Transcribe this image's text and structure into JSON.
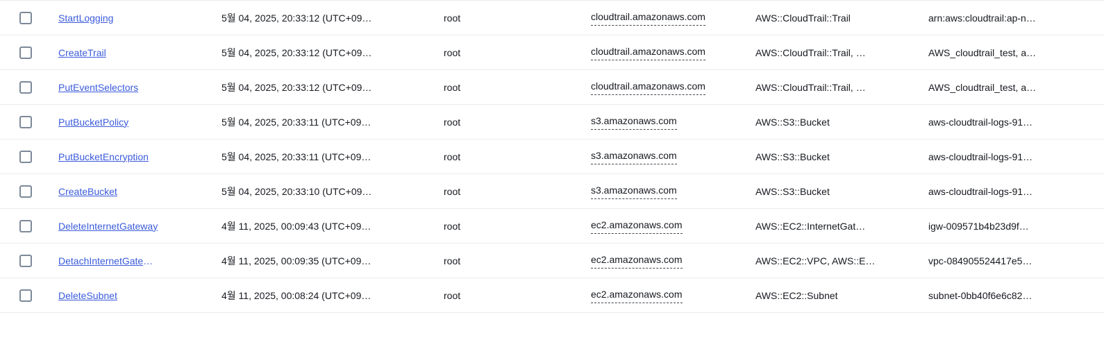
{
  "colors": {
    "text": "#16191f",
    "link": "#3b5bdb",
    "divider": "#e9ebed",
    "checkbox_border": "#7d8998",
    "dashed_underline": "#424650",
    "background": "#ffffff"
  },
  "table": {
    "rows": [
      {
        "event_name": "StartLogging",
        "event_name_suffix": "",
        "event_time": "5월 04, 2025, 20:33:12 (UTC+09…",
        "user_name": "root",
        "event_source": "cloudtrail.amazonaws.com",
        "resource_type": "AWS::CloudTrail::Trail",
        "resource_name": "arn:aws:cloudtrail:ap-n…"
      },
      {
        "event_name": "CreateTrail",
        "event_name_suffix": "",
        "event_time": "5월 04, 2025, 20:33:12 (UTC+09…",
        "user_name": "root",
        "event_source": "cloudtrail.amazonaws.com",
        "resource_type": "AWS::CloudTrail::Trail, …",
        "resource_name": "AWS_cloudtrail_test, a…"
      },
      {
        "event_name": "PutEventSelectors",
        "event_name_suffix": "",
        "event_time": "5월 04, 2025, 20:33:12 (UTC+09…",
        "user_name": "root",
        "event_source": "cloudtrail.amazonaws.com",
        "resource_type": "AWS::CloudTrail::Trail, …",
        "resource_name": "AWS_cloudtrail_test, a…"
      },
      {
        "event_name": "PutBucketPolicy",
        "event_name_suffix": "",
        "event_time": "5월 04, 2025, 20:33:11 (UTC+09…",
        "user_name": "root",
        "event_source": "s3.amazonaws.com",
        "resource_type": "AWS::S3::Bucket",
        "resource_name": "aws-cloudtrail-logs-91…"
      },
      {
        "event_name": "PutBucketEncryption",
        "event_name_suffix": "",
        "event_time": "5월 04, 2025, 20:33:11 (UTC+09…",
        "user_name": "root",
        "event_source": "s3.amazonaws.com",
        "resource_type": "AWS::S3::Bucket",
        "resource_name": "aws-cloudtrail-logs-91…"
      },
      {
        "event_name": "CreateBucket",
        "event_name_suffix": "",
        "event_time": "5월 04, 2025, 20:33:10 (UTC+09…",
        "user_name": "root",
        "event_source": "s3.amazonaws.com",
        "resource_type": "AWS::S3::Bucket",
        "resource_name": "aws-cloudtrail-logs-91…"
      },
      {
        "event_name": "DeleteInternetGateway",
        "event_name_suffix": "",
        "event_time": "4월 11, 2025, 00:09:43 (UTC+09…",
        "user_name": "root",
        "event_source": "ec2.amazonaws.com",
        "resource_type": "AWS::EC2::InternetGat…",
        "resource_name": "igw-009571b4b23d9f…"
      },
      {
        "event_name": "DetachInternetGate",
        "event_name_suffix": "…",
        "event_time": "4월 11, 2025, 00:09:35 (UTC+09…",
        "user_name": "root",
        "event_source": "ec2.amazonaws.com",
        "resource_type": "AWS::EC2::VPC, AWS::E…",
        "resource_name": "vpc-084905524417e5…"
      },
      {
        "event_name": "DeleteSubnet",
        "event_name_suffix": "",
        "event_time": "4월 11, 2025, 00:08:24 (UTC+09…",
        "user_name": "root",
        "event_source": "ec2.amazonaws.com",
        "resource_type": "AWS::EC2::Subnet",
        "resource_name": "subnet-0bb40f6e6c82…"
      }
    ]
  }
}
